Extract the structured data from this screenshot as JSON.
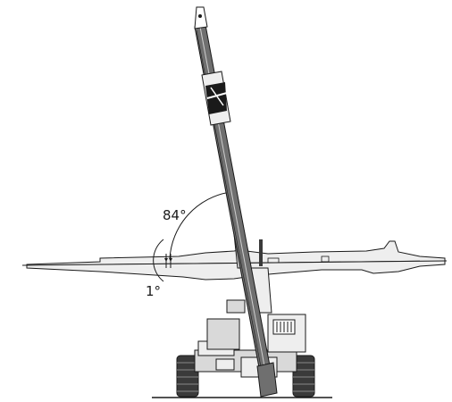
{
  "figure": {
    "labels": {
      "angle_major": "84°",
      "angle_minor": "1°"
    },
    "colors": {
      "ink": "#1a1a1a",
      "boom_fill": "#6f6f6f",
      "panel_fill": "#d9d9d9",
      "light_fill": "#eeeeee",
      "dark_fill": "#3a3a3a"
    },
    "angles_deg": {
      "major": 84,
      "minor": 1
    }
  }
}
